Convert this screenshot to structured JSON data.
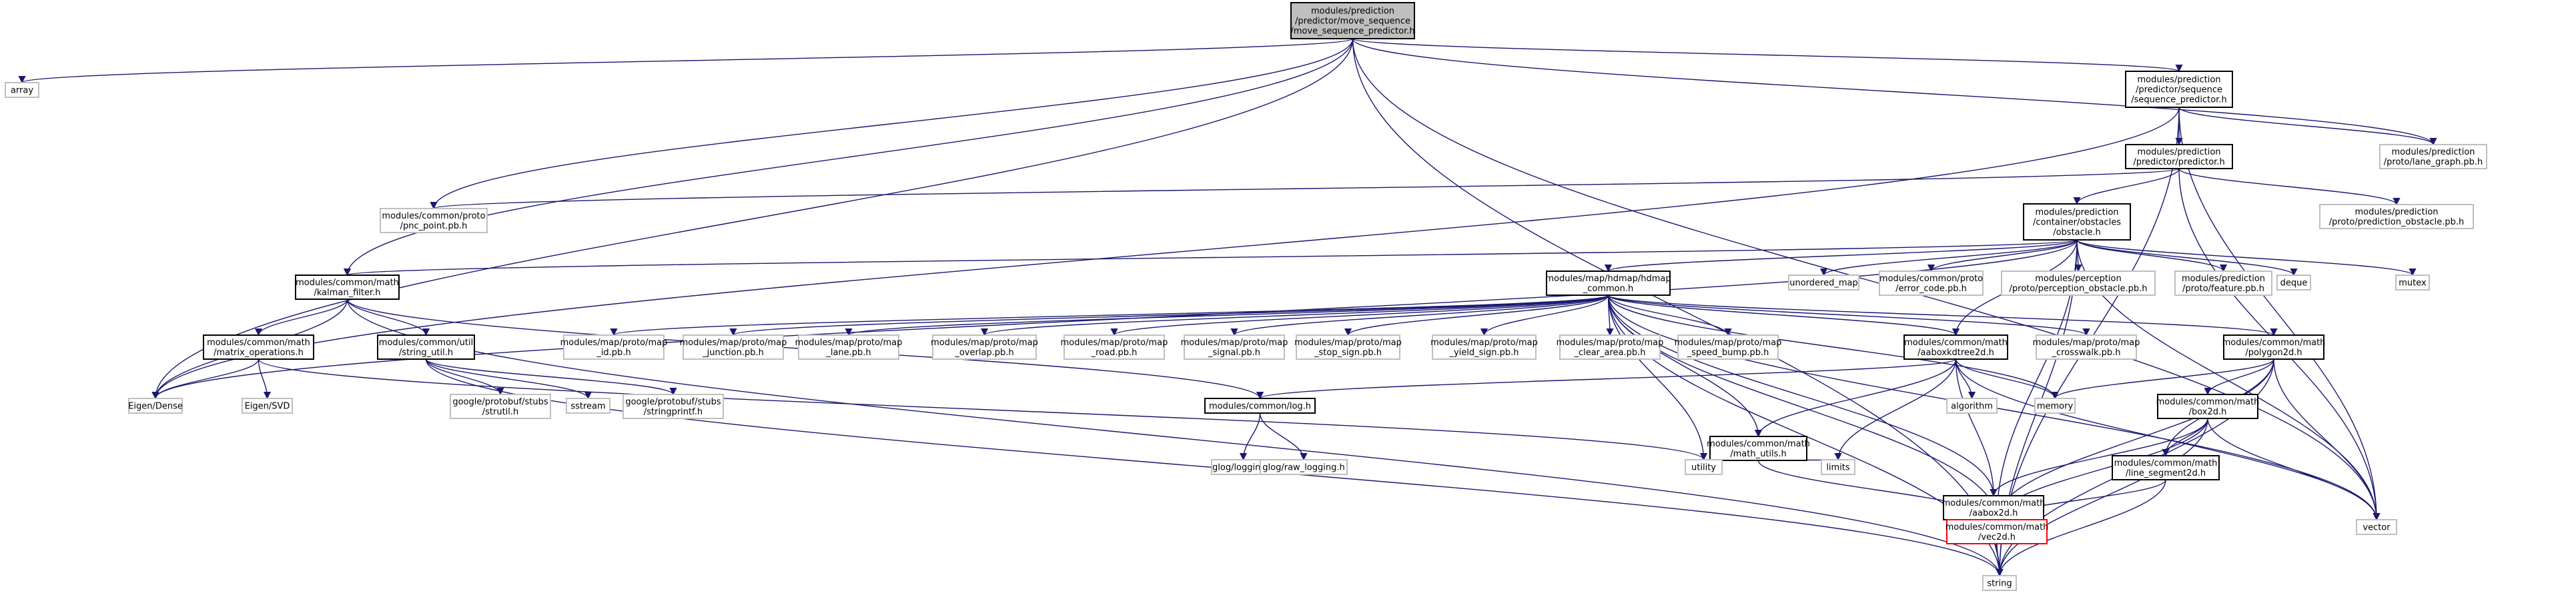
{
  "colors": {
    "edge": "#191970",
    "edge_external": "#8c8c8c",
    "box_normal": "#000000",
    "box_external": "#bfbfbf",
    "box_truncated": "#ff0000",
    "root_fill": "#bfbfbf",
    "text_normal": "#000000",
    "text_external": "#000000"
  },
  "nodes": {
    "root": {
      "lines": [
        "modules/prediction",
        "/predictor/move_sequence",
        "/move_sequence_predictor.h"
      ],
      "kind": "root"
    },
    "array": {
      "lines": [
        "array"
      ],
      "kind": "external"
    },
    "seqpred": {
      "lines": [
        "modules/prediction",
        "/predictor/sequence",
        "/sequence_predictor.h"
      ],
      "kind": "normal"
    },
    "lanegraph": {
      "lines": [
        "modules/prediction",
        "/proto/lane_graph.pb.h"
      ],
      "kind": "external"
    },
    "predictor": {
      "lines": [
        "modules/prediction",
        "/predictor/predictor.h"
      ],
      "kind": "normal"
    },
    "pncpoint": {
      "lines": [
        "modules/common/proto",
        "/pnc_point.pb.h"
      ],
      "kind": "external"
    },
    "predobs": {
      "lines": [
        "modules/prediction",
        "/proto/prediction_obstacle.pb.h"
      ],
      "kind": "external"
    },
    "obstacle": {
      "lines": [
        "modules/prediction",
        "/container/obstacles",
        "/obstacle.h"
      ],
      "kind": "normal"
    },
    "kalman": {
      "lines": [
        "modules/common/math",
        "/kalman_filter.h"
      ],
      "kind": "normal"
    },
    "hdmap": {
      "lines": [
        "modules/map/hdmap/hdmap",
        "_common.h"
      ],
      "kind": "normal"
    },
    "unordered": {
      "lines": [
        "unordered_map"
      ],
      "kind": "external"
    },
    "errorcode": {
      "lines": [
        "modules/common/proto",
        "/error_code.pb.h"
      ],
      "kind": "external"
    },
    "percobs": {
      "lines": [
        "modules/perception",
        "/proto/perception_obstacle.pb.h"
      ],
      "kind": "external"
    },
    "feature": {
      "lines": [
        "modules/prediction",
        "/proto/feature.pb.h"
      ],
      "kind": "external"
    },
    "deque": {
      "lines": [
        "deque"
      ],
      "kind": "external"
    },
    "mutex": {
      "lines": [
        "mutex"
      ],
      "kind": "external"
    },
    "matrixops": {
      "lines": [
        "modules/common/math",
        "/matrix_operations.h"
      ],
      "kind": "normal"
    },
    "stringutil": {
      "lines": [
        "modules/common/util",
        "/string_util.h"
      ],
      "kind": "normal"
    },
    "mapid": {
      "lines": [
        "modules/map/proto/map",
        "_id.pb.h"
      ],
      "kind": "external"
    },
    "mapjunction": {
      "lines": [
        "modules/map/proto/map",
        "_junction.pb.h"
      ],
      "kind": "external"
    },
    "maplane": {
      "lines": [
        "modules/map/proto/map",
        "_lane.pb.h"
      ],
      "kind": "external"
    },
    "mapoverlap": {
      "lines": [
        "modules/map/proto/map",
        "_overlap.pb.h"
      ],
      "kind": "external"
    },
    "maproad": {
      "lines": [
        "modules/map/proto/map",
        "_road.pb.h"
      ],
      "kind": "external"
    },
    "mapsignal": {
      "lines": [
        "modules/map/proto/map",
        "_signal.pb.h"
      ],
      "kind": "external"
    },
    "mapstop": {
      "lines": [
        "modules/map/proto/map",
        "_stop_sign.pb.h"
      ],
      "kind": "external"
    },
    "mapyield": {
      "lines": [
        "modules/map/proto/map",
        "_yield_sign.pb.h"
      ],
      "kind": "external"
    },
    "mapclear": {
      "lines": [
        "modules/map/proto/map",
        "_clear_area.pb.h"
      ],
      "kind": "external"
    },
    "mapspeed": {
      "lines": [
        "modules/map/proto/map",
        "_speed_bump.pb.h"
      ],
      "kind": "external"
    },
    "aaboxkd": {
      "lines": [
        "modules/common/math",
        "/aaboxkdtree2d.h"
      ],
      "kind": "normal"
    },
    "mapcross": {
      "lines": [
        "modules/map/proto/map",
        "_crosswalk.pb.h"
      ],
      "kind": "external"
    },
    "polygon": {
      "lines": [
        "modules/common/math",
        "/polygon2d.h"
      ],
      "kind": "normal"
    },
    "eigendense": {
      "lines": [
        "Eigen/Dense"
      ],
      "kind": "external"
    },
    "eigensvd": {
      "lines": [
        "Eigen/SVD"
      ],
      "kind": "external"
    },
    "strutil": {
      "lines": [
        "google/protobuf/stubs",
        "/strutil.h"
      ],
      "kind": "external"
    },
    "sstream": {
      "lines": [
        "sstream"
      ],
      "kind": "external"
    },
    "stringprintf": {
      "lines": [
        "google/protobuf/stubs",
        "/stringprintf.h"
      ],
      "kind": "external"
    },
    "log": {
      "lines": [
        "modules/common/log.h"
      ],
      "kind": "normal"
    },
    "algorithm": {
      "lines": [
        "algorithm"
      ],
      "kind": "external"
    },
    "memory": {
      "lines": [
        "memory"
      ],
      "kind": "external"
    },
    "box2d": {
      "lines": [
        "modules/common/math",
        "/box2d.h"
      ],
      "kind": "normal"
    },
    "mathutils": {
      "lines": [
        "modules/common/math",
        "/math_utils.h"
      ],
      "kind": "normal"
    },
    "glog": {
      "lines": [
        "glog/logging.h"
      ],
      "kind": "external"
    },
    "rawlog": {
      "lines": [
        "glog/raw_logging.h"
      ],
      "kind": "external"
    },
    "utility": {
      "lines": [
        "utility"
      ],
      "kind": "external"
    },
    "limits": {
      "lines": [
        "limits"
      ],
      "kind": "external"
    },
    "aabox": {
      "lines": [
        "modules/common/math",
        "/aabox2d.h"
      ],
      "kind": "normal"
    },
    "lineseg": {
      "lines": [
        "modules/common/math",
        "/line_segment2d.h"
      ],
      "kind": "normal"
    },
    "vector": {
      "lines": [
        "vector"
      ],
      "kind": "external"
    },
    "vec2d": {
      "lines": [
        "modules/common/math",
        "/vec2d.h"
      ],
      "kind": "truncated"
    },
    "string": {
      "lines": [
        "string"
      ],
      "kind": "external"
    }
  },
  "edges": [
    [
      "root",
      "array"
    ],
    [
      "root",
      "seqpred"
    ],
    [
      "root",
      "lanegraph"
    ],
    [
      "root",
      "pncpoint"
    ],
    [
      "root",
      "kalman"
    ],
    [
      "root",
      "eigendense"
    ],
    [
      "root",
      "vector"
    ],
    [
      "root",
      "string"
    ],
    [
      "seqpred",
      "predictor"
    ],
    [
      "seqpred",
      "lanegraph"
    ],
    [
      "seqpred",
      "vector"
    ],
    [
      "seqpred",
      "string"
    ],
    [
      "seqpred",
      "eigendense"
    ],
    [
      "predictor",
      "pncpoint"
    ],
    [
      "predictor",
      "obstacle"
    ],
    [
      "predictor",
      "predobs"
    ],
    [
      "predictor",
      "vector"
    ],
    [
      "obstacle",
      "hdmap"
    ],
    [
      "obstacle",
      "kalman"
    ],
    [
      "obstacle",
      "unordered"
    ],
    [
      "obstacle",
      "errorcode"
    ],
    [
      "obstacle",
      "percobs"
    ],
    [
      "obstacle",
      "feature"
    ],
    [
      "obstacle",
      "deque"
    ],
    [
      "obstacle",
      "mutex"
    ],
    [
      "obstacle",
      "vector"
    ],
    [
      "obstacle",
      "string"
    ],
    [
      "obstacle",
      "eigendense"
    ],
    [
      "obstacle",
      "aaboxkd"
    ],
    [
      "obstacle",
      "vec2d"
    ],
    [
      "kalman",
      "eigendense"
    ],
    [
      "kalman",
      "matrixops"
    ],
    [
      "kalman",
      "stringutil"
    ],
    [
      "kalman",
      "log"
    ],
    [
      "kalman",
      "string"
    ],
    [
      "matrixops",
      "eigendense"
    ],
    [
      "matrixops",
      "eigensvd"
    ],
    [
      "matrixops",
      "utility"
    ],
    [
      "stringutil",
      "strutil"
    ],
    [
      "stringutil",
      "sstream"
    ],
    [
      "stringutil",
      "stringprintf"
    ],
    [
      "stringutil",
      "string"
    ],
    [
      "hdmap",
      "mapid"
    ],
    [
      "hdmap",
      "mapjunction"
    ],
    [
      "hdmap",
      "maplane"
    ],
    [
      "hdmap",
      "mapoverlap"
    ],
    [
      "hdmap",
      "maproad"
    ],
    [
      "hdmap",
      "mapsignal"
    ],
    [
      "hdmap",
      "mapstop"
    ],
    [
      "hdmap",
      "mapyield"
    ],
    [
      "hdmap",
      "mapclear"
    ],
    [
      "hdmap",
      "mapspeed"
    ],
    [
      "hdmap",
      "aaboxkd"
    ],
    [
      "hdmap",
      "mapcross"
    ],
    [
      "hdmap",
      "polygon"
    ],
    [
      "hdmap",
      "memory"
    ],
    [
      "hdmap",
      "vector"
    ],
    [
      "hdmap",
      "string"
    ],
    [
      "hdmap",
      "utility"
    ],
    [
      "hdmap",
      "mathutils"
    ],
    [
      "hdmap",
      "aabox"
    ],
    [
      "hdmap",
      "vec2d"
    ],
    [
      "aaboxkd",
      "log"
    ],
    [
      "aaboxkd",
      "algorithm"
    ],
    [
      "aaboxkd",
      "memory"
    ],
    [
      "aaboxkd",
      "mathutils"
    ],
    [
      "aaboxkd",
      "aabox"
    ],
    [
      "aaboxkd",
      "limits"
    ],
    [
      "aaboxkd",
      "vector"
    ],
    [
      "polygon",
      "box2d"
    ],
    [
      "polygon",
      "lineseg"
    ],
    [
      "polygon",
      "memory"
    ],
    [
      "polygon",
      "vec2d"
    ],
    [
      "polygon",
      "vector"
    ],
    [
      "polygon",
      "string"
    ],
    [
      "log",
      "glog"
    ],
    [
      "log",
      "rawlog"
    ],
    [
      "box2d",
      "aabox"
    ],
    [
      "box2d",
      "lineseg"
    ],
    [
      "box2d",
      "vec2d"
    ],
    [
      "box2d",
      "vector"
    ],
    [
      "box2d",
      "string"
    ],
    [
      "mathutils",
      "vec2d"
    ],
    [
      "mathutils",
      "utility"
    ],
    [
      "mathutils",
      "limits"
    ],
    [
      "aabox",
      "vec2d"
    ],
    [
      "aabox",
      "string"
    ],
    [
      "lineseg",
      "vec2d"
    ],
    [
      "lineseg",
      "string"
    ],
    [
      "vec2d",
      "string"
    ]
  ]
}
